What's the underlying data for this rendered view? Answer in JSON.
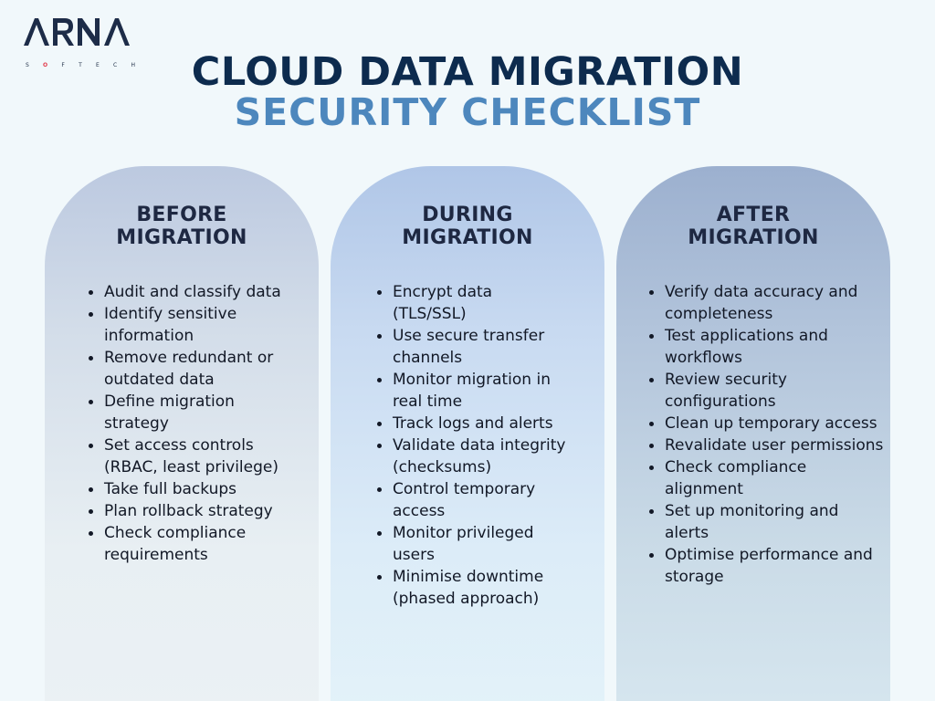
{
  "logo": {
    "word": "ARNA",
    "sub_letters": [
      "S",
      "O",
      "F",
      "T",
      "E",
      "C",
      "H"
    ],
    "colors": {
      "primary": "#1d2c48",
      "accent": "#e23a4b"
    }
  },
  "title": {
    "line1": "CLOUD DATA MIGRATION",
    "line2": "SECURITY CHECKLIST",
    "colors": {
      "line1": "#0d2b4e",
      "line2": "#4d87bd"
    }
  },
  "columns": [
    {
      "heading_line1": "BEFORE",
      "heading_line2": "MIGRATION",
      "items": [
        "Audit and classify data",
        "Identify sensitive information",
        "Remove redundant or outdated data",
        "Define migration strategy",
        "Set access controls (RBAC, least privilege)",
        "Take full backups",
        "Plan rollback strategy",
        "Check compliance requirements"
      ]
    },
    {
      "heading_line1": "DURING",
      "heading_line2": "MIGRATION",
      "items": [
        "Encrypt data (TLS/SSL)",
        "Use secure transfer channels",
        "Monitor migration in real time",
        "Track logs and alerts",
        "Validate data integrity (checksums)",
        "Control temporary access",
        "Monitor privileged users",
        "Minimise downtime (phased approach)"
      ]
    },
    {
      "heading_line1": "AFTER",
      "heading_line2": "MIGRATION",
      "items": [
        "Verify data accuracy and completeness",
        "Test applications and workflows",
        "Review security configurations",
        "Clean up temporary access",
        "Revalidate user permissions",
        "Check compliance alignment",
        "Set up monitoring and alerts",
        "Optimise performance and storage"
      ]
    }
  ]
}
